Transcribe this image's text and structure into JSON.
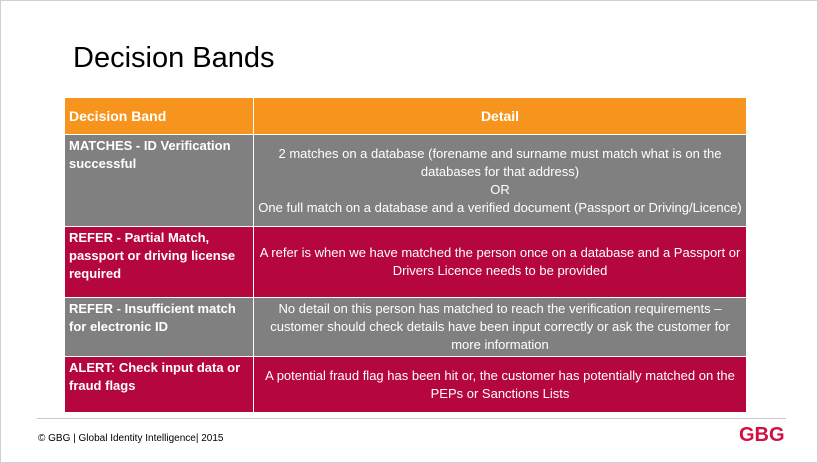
{
  "slide": {
    "title": "Decision Bands",
    "footer": "© GBG | Global Identity Intelligence| 2015",
    "logo": "GBG",
    "accent_color": "#f7941d",
    "grey_row_color": "#808080",
    "red_row_color": "#b5073d",
    "logo_color": "#d11141"
  },
  "table": {
    "headers": [
      "Decision Band",
      "Detail"
    ],
    "rows": [
      {
        "band": "MATCHES - ID Verification successful",
        "detail": [
          "2 matches on a database (forename and surname must match what is on the databases for that address)",
          "OR",
          "One full match on a database and a verified document (Passport or Driving/Licence)"
        ]
      },
      {
        "band": "REFER - Partial Match, passport or driving license required",
        "detail": [
          "A refer is when we have matched the person once on a database and a Passport or Drivers Licence needs to be provided"
        ]
      },
      {
        "band": "REFER - Insufficient match for electronic ID",
        "detail": [
          "No detail on this person has matched to reach the verification requirements – customer should check details have been input correctly or ask the customer for more information"
        ]
      },
      {
        "band": "ALERT: Check input data or fraud flags",
        "detail": [
          "A potential fraud flag has been hit or, the customer has potentially matched on the PEPs or Sanctions Lists"
        ]
      }
    ]
  }
}
